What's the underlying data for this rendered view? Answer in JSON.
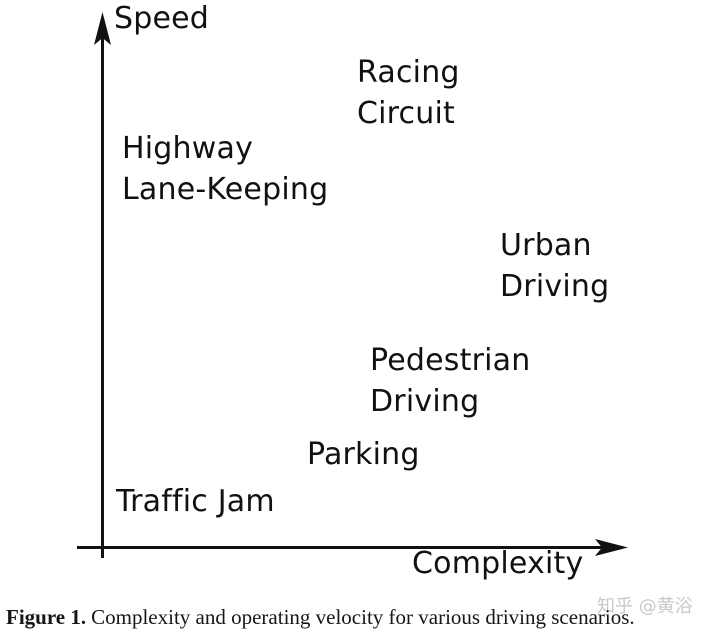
{
  "chart_data": {
    "type": "scatter",
    "title": "",
    "xlabel": "Complexity",
    "ylabel": "Speed",
    "xlim": [
      0,
      1
    ],
    "ylim": [
      0,
      1
    ],
    "grid": false,
    "legend": null,
    "axes_style": "qualitative conceptual axes with arrowheads, no ticks or numeric scale; data points are text labels",
    "points": [
      {
        "label": "Racing Circuit",
        "display": "Racing\nCircuit",
        "x": 0.49,
        "y": 0.85
      },
      {
        "label": "Highway Lane-Keeping",
        "display": "Highway\nLane-Keeping",
        "x": 0.04,
        "y": 0.71
      },
      {
        "label": "Urban Driving",
        "display": "Urban\nDriving",
        "x": 0.76,
        "y": 0.52
      },
      {
        "label": "Pedestrian Driving",
        "display": "Pedestrian\nDriving",
        "x": 0.51,
        "y": 0.31
      },
      {
        "label": "Parking",
        "display": "Parking",
        "x": 0.39,
        "y": 0.17
      },
      {
        "label": "Traffic Jam",
        "display": "Traffic Jam",
        "x": 0.03,
        "y": 0.08
      }
    ]
  },
  "caption": {
    "label": "Figure 1.",
    "text": "Complexity and operating velocity for various driving scenarios."
  },
  "watermark": "知乎 @黄浴",
  "colors": {
    "ink": "#111111",
    "watermark": "#c9c9c9",
    "background": "#ffffff"
  }
}
